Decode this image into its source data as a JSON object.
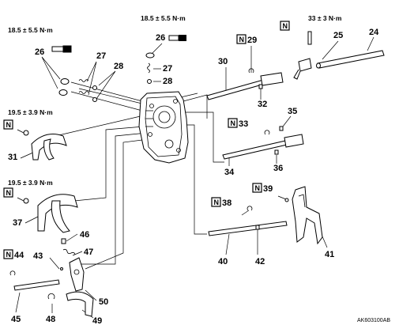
{
  "torque_specs": {
    "t26": "18.5 ± 5.5 N·m",
    "t26b": "18.5 ± 5.5 N·m",
    "t25": "33 ± 3 N·m",
    "t31": "19.5 ± 3.9 N·m",
    "t37": "19.5 ± 3.9 N·m"
  },
  "new_part_symbol": "N",
  "parts": {
    "p24": "24",
    "p25": "25",
    "p26a": "26",
    "p26b": "26",
    "p27a": "27",
    "p27b": "27",
    "p28a": "28",
    "p28b": "28",
    "p29": "29",
    "p30": "30",
    "p31": "31",
    "p32": "32",
    "p33": "33",
    "p34": "34",
    "p35": "35",
    "p36": "36",
    "p37": "37",
    "p38": "38",
    "p39": "39",
    "p40": "40",
    "p41": "41",
    "p42": "42",
    "p43": "43",
    "p44": "44",
    "p45": "45",
    "p46": "46",
    "p47": "47",
    "p48": "48",
    "p49": "49",
    "p50": "50"
  },
  "figure_code": "AK603100AB"
}
